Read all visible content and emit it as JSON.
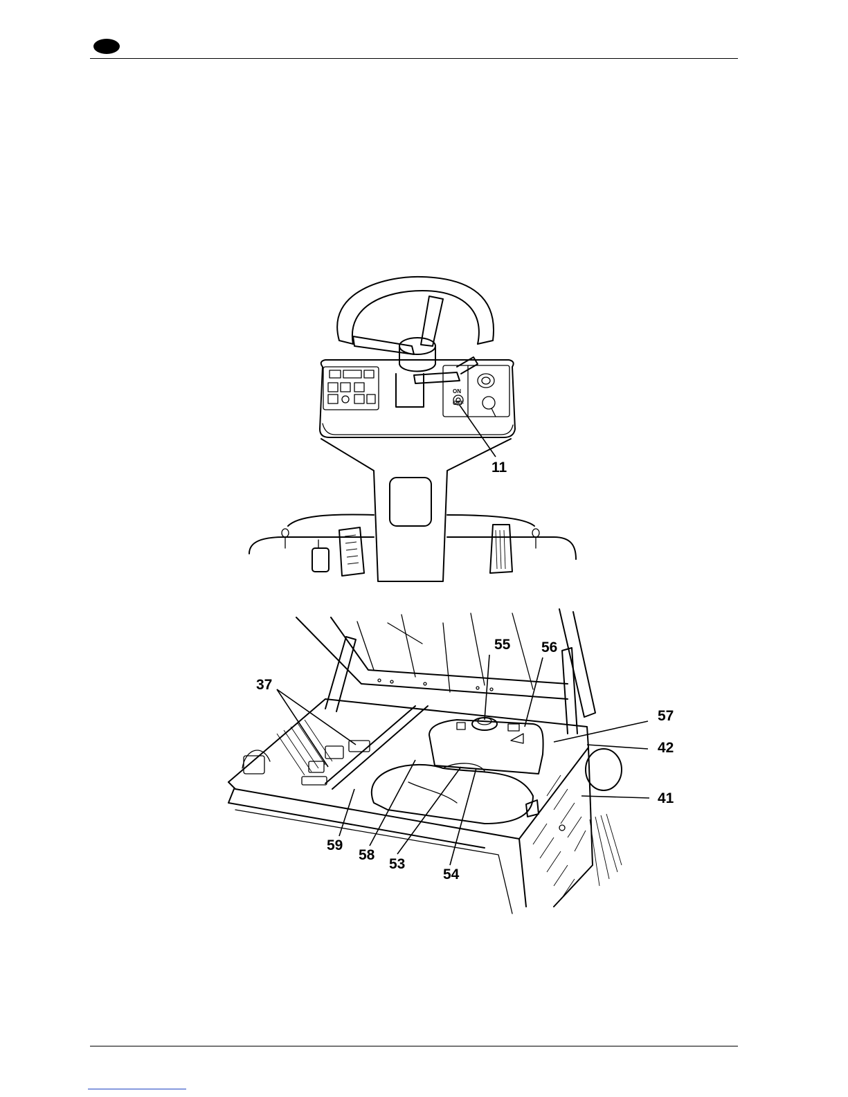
{
  "header": {
    "language_badge": ""
  },
  "figure_top": {
    "panel_labels": {
      "on": "ON",
      "off": "OFF"
    },
    "callouts": [
      "11"
    ]
  },
  "figure_bottom": {
    "callouts": [
      "37",
      "55",
      "56",
      "57",
      "42",
      "41",
      "59",
      "58",
      "53",
      "54"
    ]
  }
}
